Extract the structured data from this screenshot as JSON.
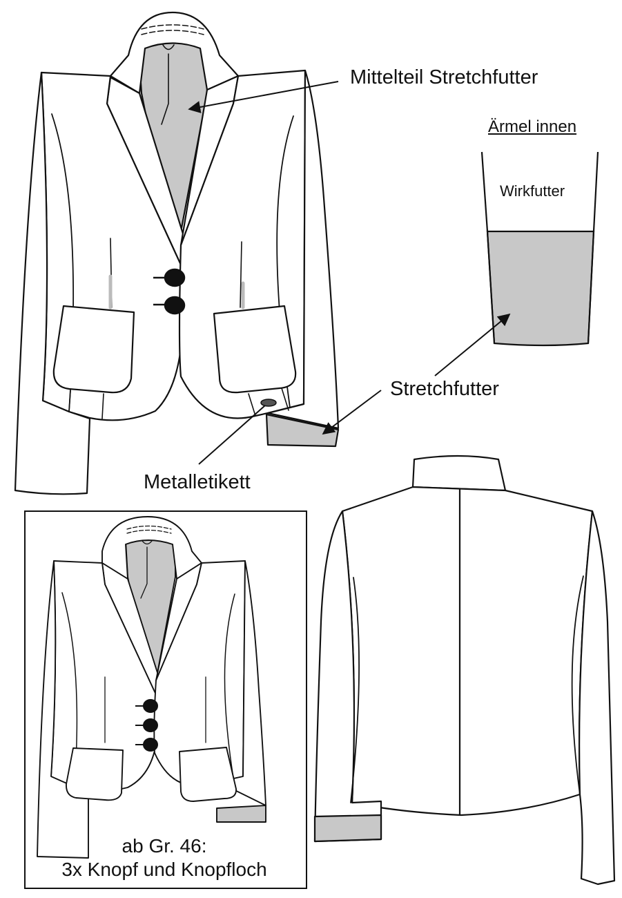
{
  "labels": {
    "mittelteil": "Mittelteil Stretchfutter",
    "aermel_innen": "Ärmel innen",
    "wirkfutter": "Wirkfutter",
    "stretchfutter": "Stretchfutter",
    "metalletikett": "Metalletikett"
  },
  "note": {
    "line1": "ab Gr. 46:",
    "line2": "3x Knopf und Knopfloch"
  },
  "colors": {
    "line": "#111111",
    "lining_fill": "#c8c8c8",
    "background": "#ffffff"
  }
}
